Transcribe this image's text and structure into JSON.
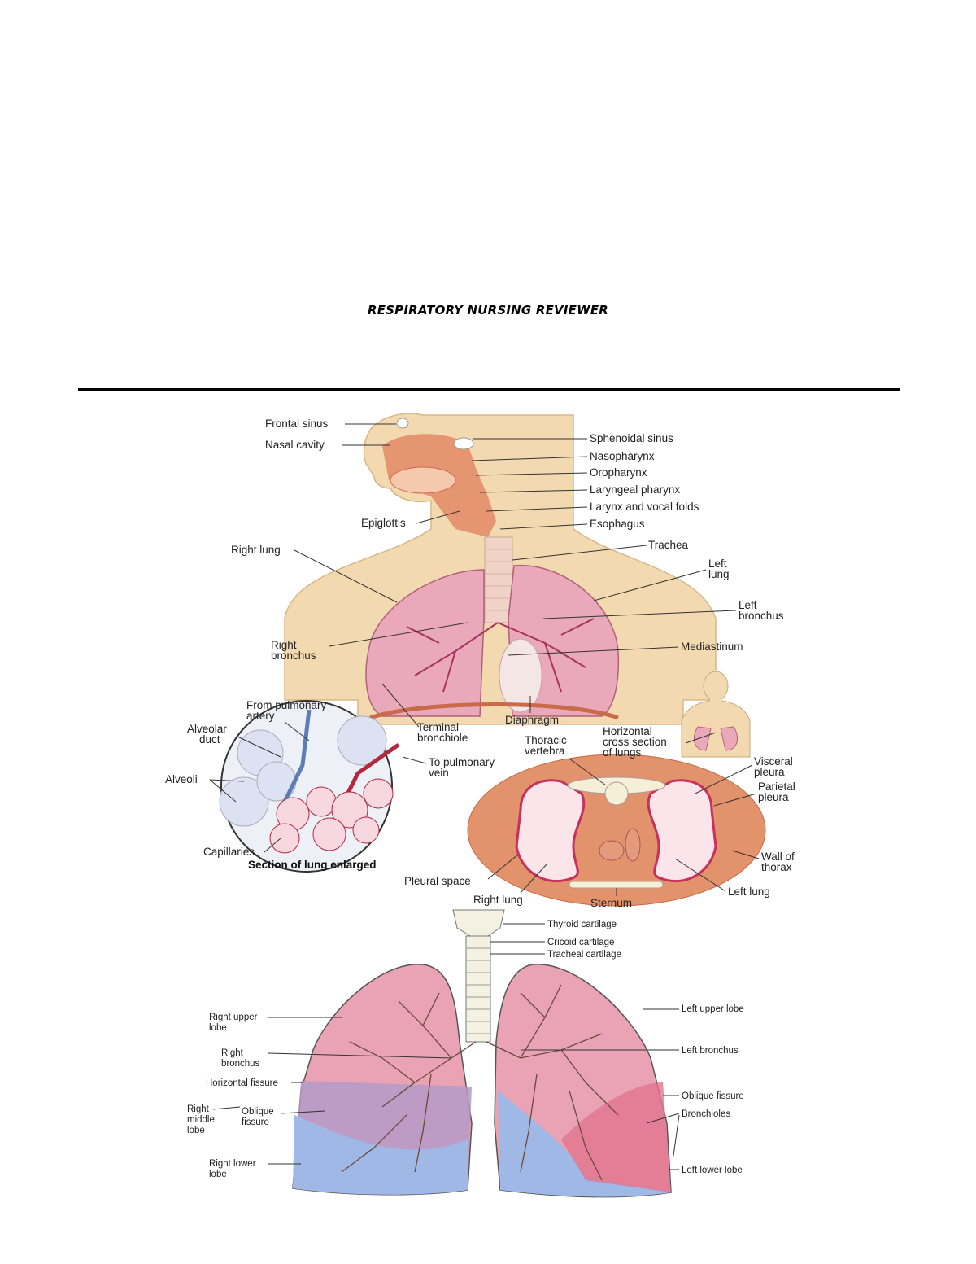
{
  "document": {
    "title": "RESPIRATORY NURSING REVIEWER"
  },
  "figure_1": {
    "labels": {
      "frontal_sinus": "Frontal sinus",
      "nasal_cavity": "Nasal cavity",
      "sphenoidal_sinus": "Sphenoidal sinus",
      "nasopharynx": "Nasopharynx",
      "oropharynx": "Oropharynx",
      "laryngeal_pharynx": "Laryngeal pharynx",
      "larynx_vocal_folds": "Larynx and vocal folds",
      "epiglottis": "Epiglottis",
      "esophagus": "Esophagus",
      "right_lung": "Right lung",
      "trachea": "Trachea",
      "left_lung_l1": "Left",
      "left_lung_l2": "lung",
      "left_bronchus_l1": "Left",
      "left_bronchus_l2": "bronchus",
      "right_bronchus_l1": "Right",
      "right_bronchus_l2": "bronchus",
      "mediastinum": "Mediastinum",
      "from_pulm_artery_l1": "From pulmonary",
      "from_pulm_artery_l2": "artery",
      "alveolar_duct_l1": "Alveolar",
      "alveolar_duct_l2": "duct",
      "terminal_bronchiole_l1": "Terminal",
      "terminal_bronchiole_l2": "bronchiole",
      "diaphragm": "Diaphragm",
      "horizontal_cs_l1": "Horizontal",
      "horizontal_cs_l2": "cross section",
      "horizontal_cs_l3": "of lungs",
      "thoracic_vertebra_l1": "Thoracic",
      "thoracic_vertebra_l2": "vertebra",
      "to_pulm_vein_l1": "To pulmonary",
      "to_pulm_vein_l2": "vein",
      "alveoli": "Alveoli",
      "visceral_pleura_l1": "Visceral",
      "visceral_pleura_l2": "pleura",
      "parietal_pleura_l1": "Parietal",
      "parietal_pleura_l2": "pleura",
      "capillaries": "Capillaries",
      "section_enlarged": "Section of lung enlarged",
      "wall_thorax_l1": "Wall of",
      "wall_thorax_l2": "thorax",
      "pleural_space": "Pleural space",
      "right_lung_cs": "Right lung",
      "sternum": "Sternum",
      "left_lung_cs": "Left lung"
    }
  },
  "figure_2": {
    "labels": {
      "thyroid_cartilage": "Thyroid cartilage",
      "cricoid_cartilage": "Cricoid cartilage",
      "tracheal_cartilage": "Tracheal cartilage",
      "right_upper_lobe_l1": "Right upper",
      "right_upper_lobe_l2": "lobe",
      "left_upper_lobe": "Left upper lobe",
      "right_bronchus_l1": "Right",
      "right_bronchus_l2": "bronchus",
      "left_bronchus": "Left bronchus",
      "horizontal_fissure": "Horizontal fissure",
      "oblique_fissure_right_l1": "Oblique",
      "oblique_fissure_right_l2": "fissure",
      "oblique_fissure_left": "Oblique fissure",
      "right_middle_lobe_l1": "Right",
      "right_middle_lobe_l2": "middle",
      "right_middle_lobe_l3": "lobe",
      "bronchioles": "Bronchioles",
      "right_lower_lobe_l1": "Right lower",
      "right_lower_lobe_l2": "lobe",
      "left_lower_lobe": "Left lower lobe"
    }
  },
  "colors": {
    "skin": "#f3d9b0",
    "lung_pink": "#e9a9bb",
    "lung_dark": "#a8325e",
    "airway": "#e28a66",
    "thorax_wall": "#e2936c",
    "lobe_blue": "#9fb8e6",
    "lobe_purple": "#b49ac8"
  }
}
